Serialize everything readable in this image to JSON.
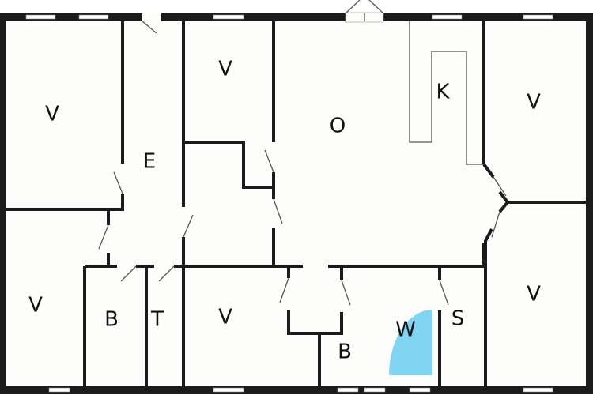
{
  "title": "Floor plan",
  "colors": {
    "wall": "#1b1b1b",
    "floor": "#fdfdfb",
    "shower": "#82d4f3"
  },
  "rooms": [
    {
      "id": "bedroom-top-left",
      "label": "V"
    },
    {
      "id": "entrance",
      "label": "E"
    },
    {
      "id": "bedroom-top-middle",
      "label": "V"
    },
    {
      "id": "living",
      "label": "O"
    },
    {
      "id": "kitchen",
      "label": "K"
    },
    {
      "id": "bedroom-top-right",
      "label": "V"
    },
    {
      "id": "bedroom-bottom-left",
      "label": "V"
    },
    {
      "id": "bathroom-left",
      "label": "B"
    },
    {
      "id": "toilet",
      "label": "T"
    },
    {
      "id": "bedroom-bottom-middle",
      "label": "V"
    },
    {
      "id": "shower",
      "label": "W"
    },
    {
      "id": "bathroom-right",
      "label": "B"
    },
    {
      "id": "sauna",
      "label": "S"
    },
    {
      "id": "bedroom-bottom-right",
      "label": "V"
    }
  ]
}
